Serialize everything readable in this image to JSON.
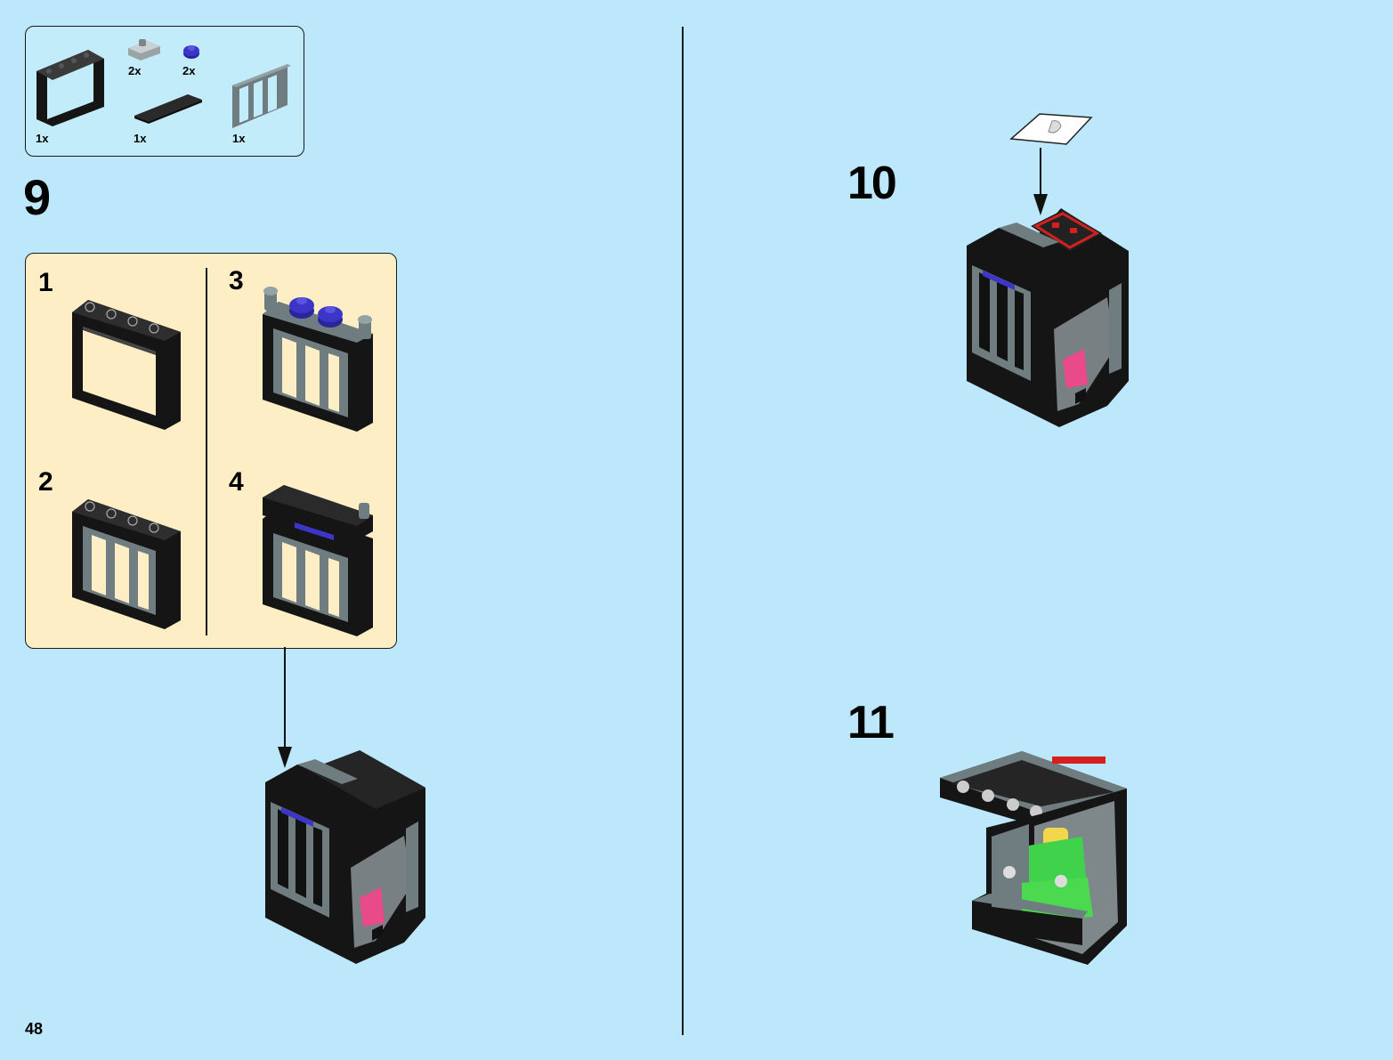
{
  "page_number": "48",
  "parts_list": {
    "items": [
      {
        "name": "window-frame-icon",
        "qty": "1x"
      },
      {
        "name": "clip-plate-icon",
        "qty": "2x"
      },
      {
        "name": "round-plate-blue-icon",
        "qty": "2x"
      },
      {
        "name": "tile-long-icon",
        "qty": "1x"
      },
      {
        "name": "fence-icon",
        "qty": "1x"
      }
    ]
  },
  "steps": {
    "step9": {
      "number": "9"
    },
    "step10": {
      "number": "10"
    },
    "step11": {
      "number": "11"
    }
  },
  "substeps": [
    {
      "number": "1"
    },
    {
      "number": "2"
    },
    {
      "number": "3"
    },
    {
      "number": "4"
    }
  ],
  "colors": {
    "background": "#bde7fb",
    "parts_box": "#c3ecfa",
    "substep_box": "#fdeec5",
    "brick_black": "#1a1a1a",
    "brick_grey": "#6f7d80",
    "plate_blue": "#3b36c8",
    "sticker_red": "#d61f1f",
    "minifig_green": "#3fd24a",
    "trans_pink": "#e84a8a"
  }
}
